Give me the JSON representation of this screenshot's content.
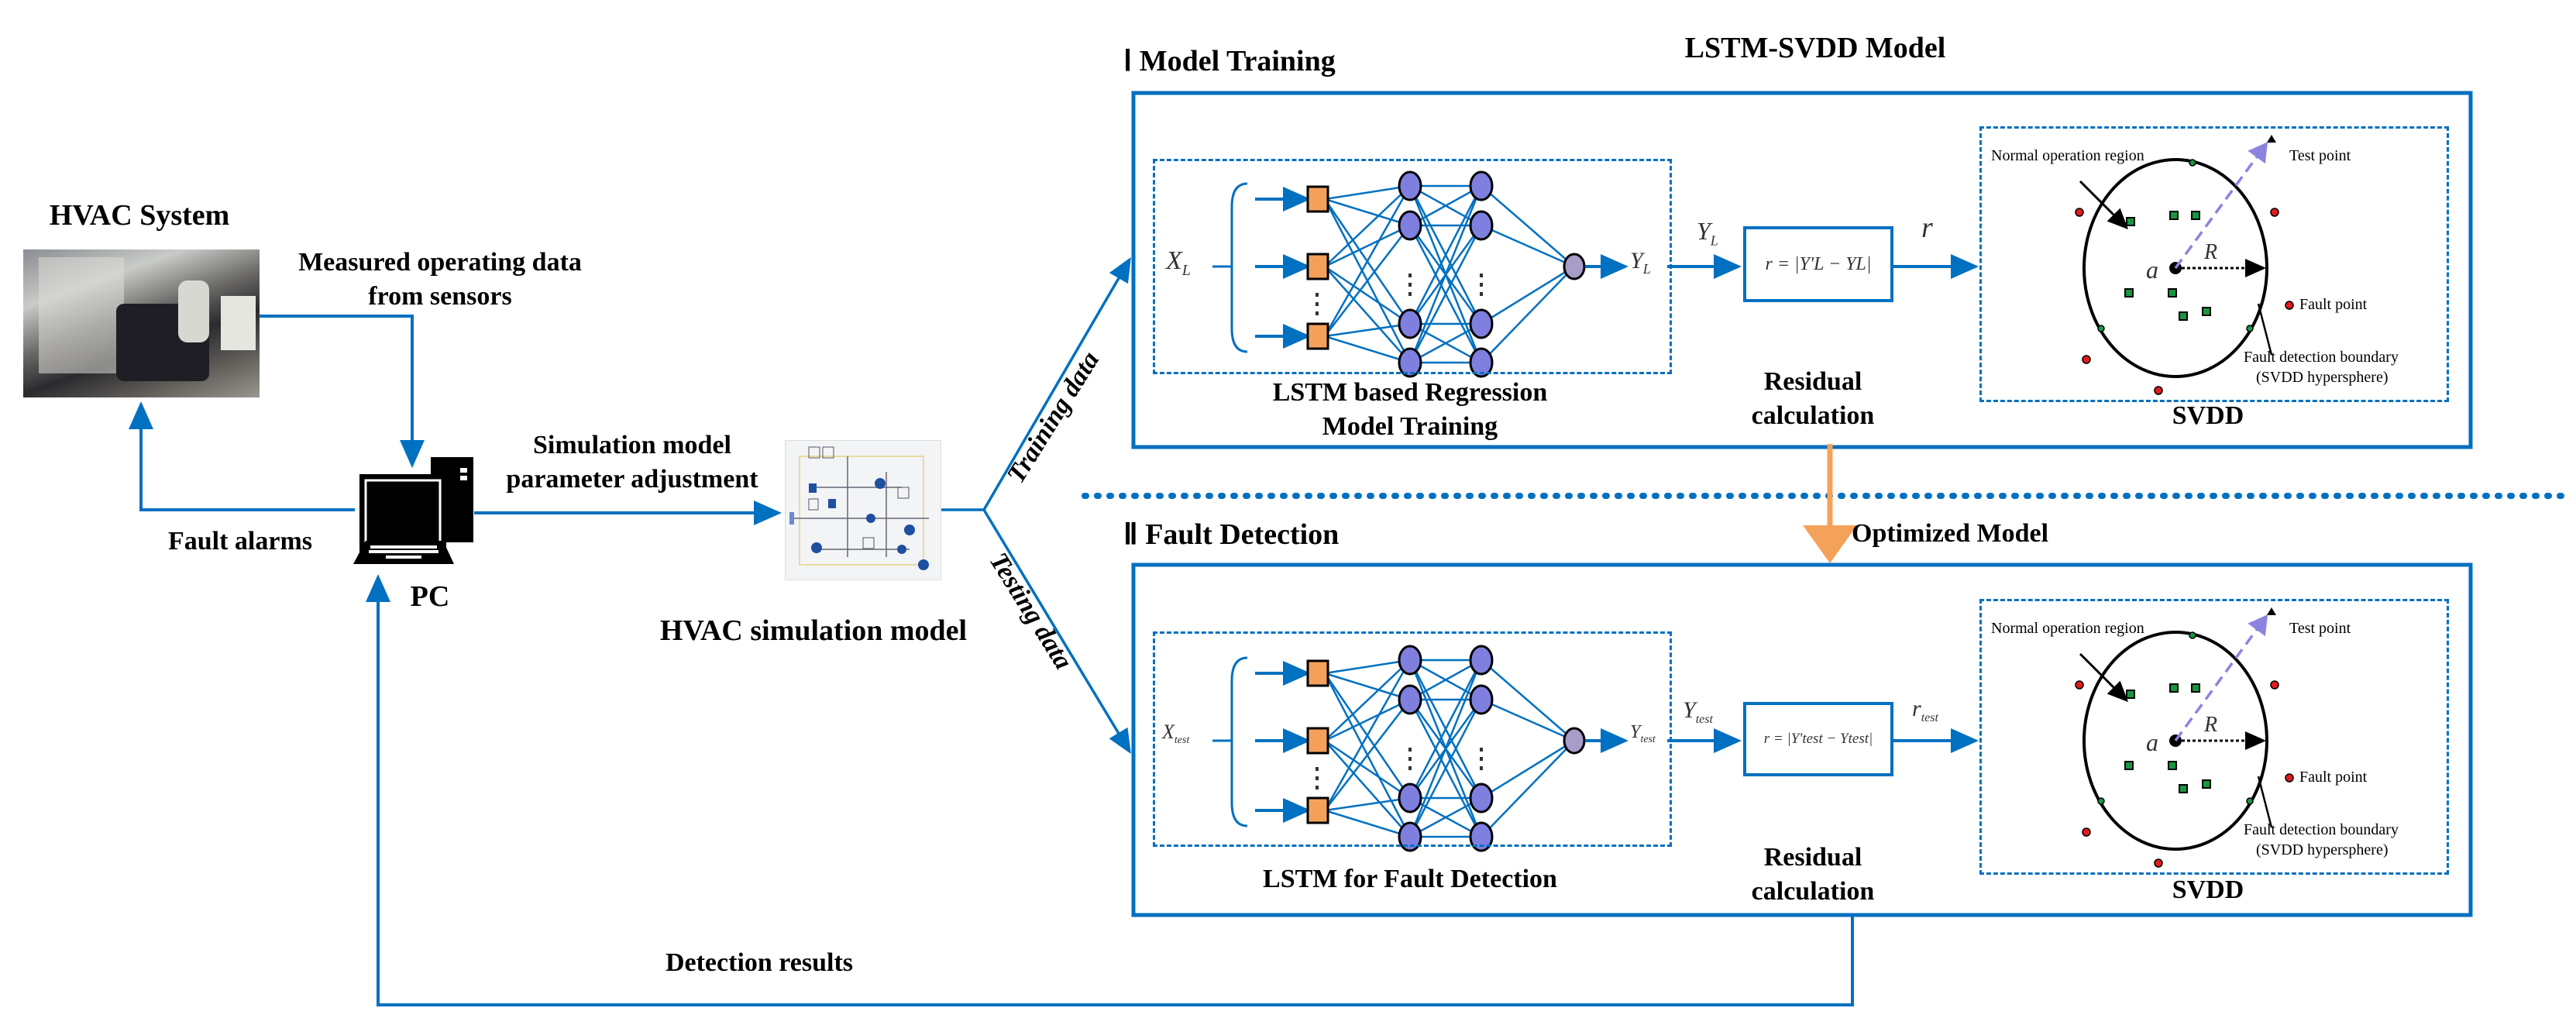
{
  "hvac_system": {
    "title": "HVAC System",
    "photo_label": "HVAC plant room photo",
    "sensor_label_line1": "Measured operating data",
    "sensor_label_line2": "from sensors"
  },
  "pc": {
    "label": "PC",
    "fault_alarms": "Fault alarms"
  },
  "simulation": {
    "adjust_line1": "Simulation model",
    "adjust_line2": "parameter adjustment",
    "model_label": "HVAC simulation model",
    "training_data": "Training data",
    "testing_data": "Testing data"
  },
  "header": {
    "section1_title": "Ⅰ  Model Training",
    "main_title": "LSTM-SVDD Model"
  },
  "training": {
    "input_label": "X",
    "input_sub": "L",
    "output_label": "Y",
    "output_sub": "L",
    "y_between": "Y",
    "y_between_sub": "L",
    "formula": "r = |Y'L − YL|",
    "residual_out": "r",
    "lstm_caption_line1": "LSTM based Regression",
    "lstm_caption_line2": "Model Training",
    "residual_caption_line1": "Residual",
    "residual_caption_line2": "calculation",
    "svdd_caption": "SVDD"
  },
  "detection": {
    "section2_title": "Ⅱ  Fault Detection",
    "optimized_model": "Optimized Model",
    "input_label": "X",
    "input_sub": "test",
    "output_label": "Y",
    "output_sub": "test",
    "y_between": "Y",
    "y_between_sub": "test",
    "formula": "r = |Y'test − Ytest|",
    "residual_out": "r",
    "residual_out_sub": "test",
    "lstm_caption": "LSTM for Fault Detection",
    "residual_caption_line1": "Residual",
    "residual_caption_line2": "calculation",
    "svdd_caption": "SVDD",
    "detection_results": "Detection results"
  },
  "svdd": {
    "normal_region": "Normal operation region",
    "test_point": "Test point",
    "fault_point": "Fault point",
    "boundary_line1": "Fault detection boundary",
    "boundary_line2": "(SVDD hypersphere)",
    "center_label": "a",
    "radius_label": "R"
  },
  "colors": {
    "flow_blue": "#0070c0",
    "orange_arrow": "#f4a259",
    "input_node": "#f4a05a",
    "hidden_node": "#7f7fe0",
    "output_node": "#a89cc8",
    "normal_point": "#1a9641",
    "fault_point": "#e31a1c",
    "test_vector": "#8a84e0"
  }
}
